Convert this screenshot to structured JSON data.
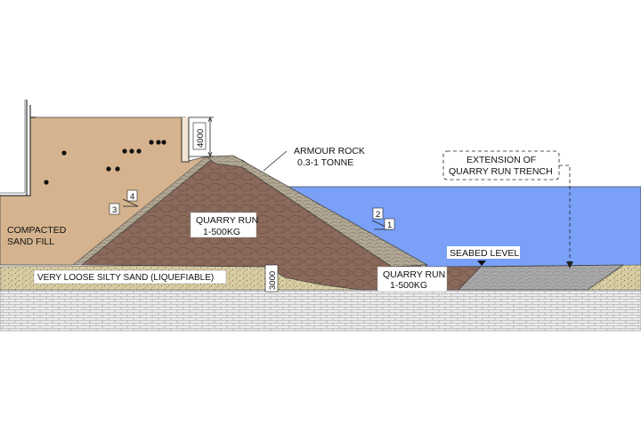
{
  "labels": {
    "compacted_fill_line1": "COMPACTED",
    "compacted_fill_line2": "SAND FILL",
    "quarry_run_main_line1": "QUARRY RUN",
    "quarry_run_main_line2": "1-500KG",
    "armour_rock_line1": "ARMOUR ROCK",
    "armour_rock_line2": "0.3-1 TONNE",
    "extension_line1": "EXTENSION OF",
    "extension_line2": "QUARRY RUN TRENCH",
    "seabed_level": "SEABED LEVEL",
    "quarry_run_toe_line1": "QUARRY RUN",
    "quarry_run_toe_line2": "1-500KG",
    "silty_sand": "VERY LOOSE SILTY SAND (LIQUEFIABLE)"
  },
  "dimensions": {
    "wall_height": "4000",
    "trench_depth": "3000"
  },
  "slopes": {
    "fill_slope_rise": "4",
    "fill_slope_run": "3",
    "sea_slope_rise": "2",
    "sea_slope_run": "1"
  },
  "colors": {
    "sand_fill": "#d4b38e",
    "quarry_run": "#8b6a5c",
    "armour_rock": "#b2a895",
    "sea": "#7aa0f7",
    "silty_sand": "#d8cca3",
    "bedrock": "#ebebeb",
    "extension": "#a8a8a8"
  }
}
